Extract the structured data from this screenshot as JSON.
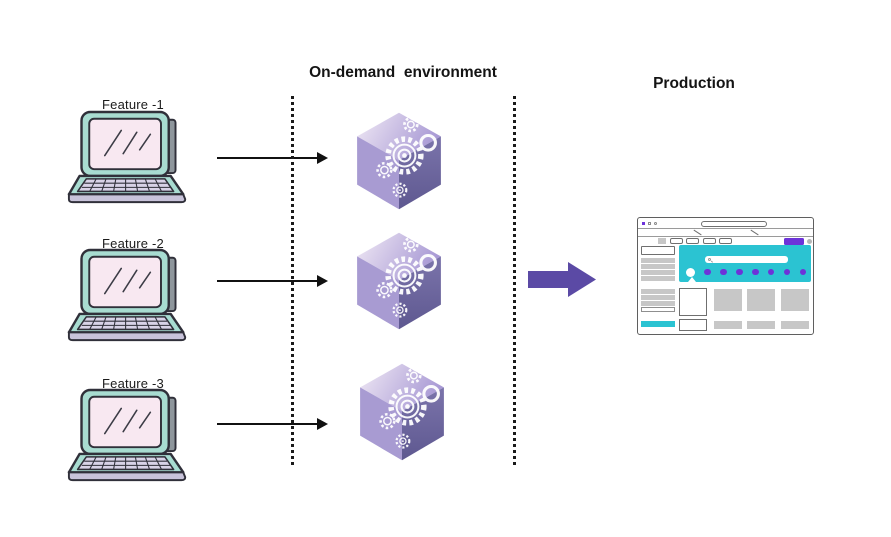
{
  "headings": {
    "on_demand": "On-demand  environment",
    "production": "Production"
  },
  "features": [
    {
      "label": "Feature -1"
    },
    {
      "label": "Feature -2"
    },
    {
      "label": "Feature -3"
    }
  ],
  "icons": {
    "source_machine": "laptop-icon",
    "environment_box": "cube-gears-icon",
    "flow": "arrow-right-icon",
    "deploy": "big-arrow-right-icon",
    "separator": "dotted-vertical-line",
    "production_app": "browser-window-icon",
    "search": "magnifier-icon"
  },
  "colors": {
    "teal": "#2bc3d2",
    "purple": "#6d33d9",
    "arrow_purple": "#5b4aa5",
    "mint": "#a8dcd1",
    "pink": "#f8e8f1",
    "lavender": "#d8d2e7",
    "base_lavender": "#c8c3da",
    "side_gray": "#8e969c",
    "ink": "#30303a",
    "gray_fill": "#c7c7c7",
    "cube_left": "#a89bd2",
    "cube_right_top": "#7b74ab",
    "cube_right_bottom": "#5e5890",
    "cube_top_light": "#f1eaf5",
    "cube_top_dark": "#a99ad5"
  }
}
